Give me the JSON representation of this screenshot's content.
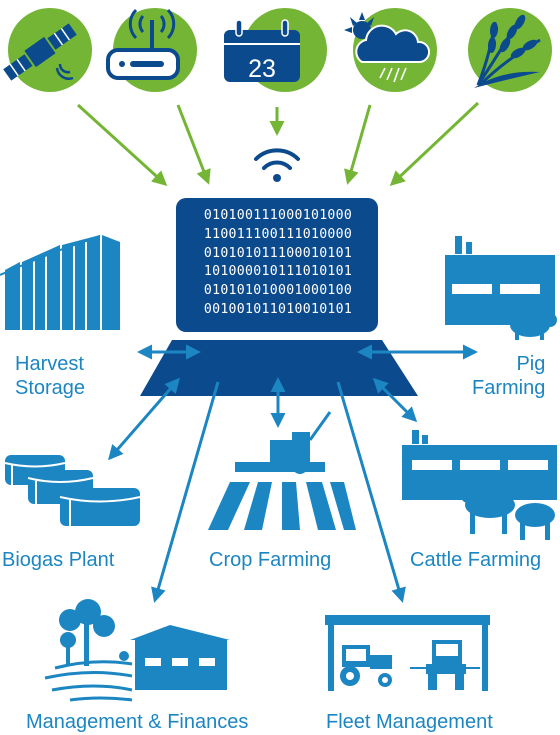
{
  "calendar_day": "23",
  "binary_lines": [
    "010100111000101000",
    "110011100111010000",
    "010101011100010101",
    "101000010111010101",
    "010101010001000100",
    "001001011010010101"
  ],
  "labels": {
    "harvest_storage": [
      "Harvest",
      "Storage"
    ],
    "pig_farming": [
      "Pig",
      "Farming"
    ],
    "biogas_plant": "Biogas Plant",
    "crop_farming": "Crop Farming",
    "cattle_farming": "Cattle Farming",
    "management_finances": "Management & Finances",
    "fleet_management": "Fleet Management"
  },
  "colors": {
    "green": "#74b535",
    "dark_blue": "#0b4a8d",
    "blue": "#1c86c2"
  },
  "icons": [
    "satellite-icon",
    "router-icon",
    "calendar-icon",
    "weather-icon",
    "wheat-icon",
    "wifi-icon",
    "silo-icon",
    "pig-barn-icon",
    "biogas-tanks-icon",
    "combine-harvester-icon",
    "cattle-barn-icon",
    "farmhouse-icon",
    "tractor-shed-icon"
  ]
}
